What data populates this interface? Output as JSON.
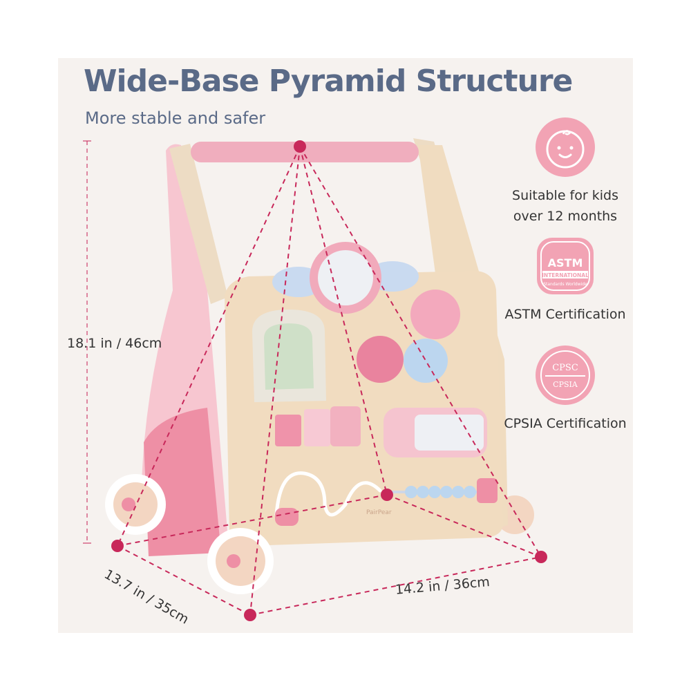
{
  "header": {
    "title": "Wide-Base Pyramid Structure",
    "subtitle": "More stable and safer"
  },
  "dimensions": {
    "height": "18.1 in / 46cm",
    "depth": "13.7 in / 35cm",
    "width": "14.2 in / 36cm"
  },
  "features": [
    {
      "icon": "baby-face-icon",
      "text_line1": "Suitable for kids",
      "text_line2": "over 12 months"
    },
    {
      "icon": "astm-badge-icon",
      "text": "ASTM Certification",
      "badge_top": "ASTM",
      "badge_mid": "INTERNATIONAL",
      "badge_bottom": "Standards Worldwide"
    },
    {
      "icon": "cpsc-cpsia-badge-icon",
      "text": "CPSIA Certification",
      "badge_top": "CPSC",
      "badge_bottom": "CPSIA"
    }
  ],
  "product": {
    "brand": "PairPear"
  },
  "colors": {
    "title": "#5a6a87",
    "accent_dots": "#c8285a",
    "dashed_lines": "#c8285a",
    "badge_pink": "#f2a3b4"
  }
}
